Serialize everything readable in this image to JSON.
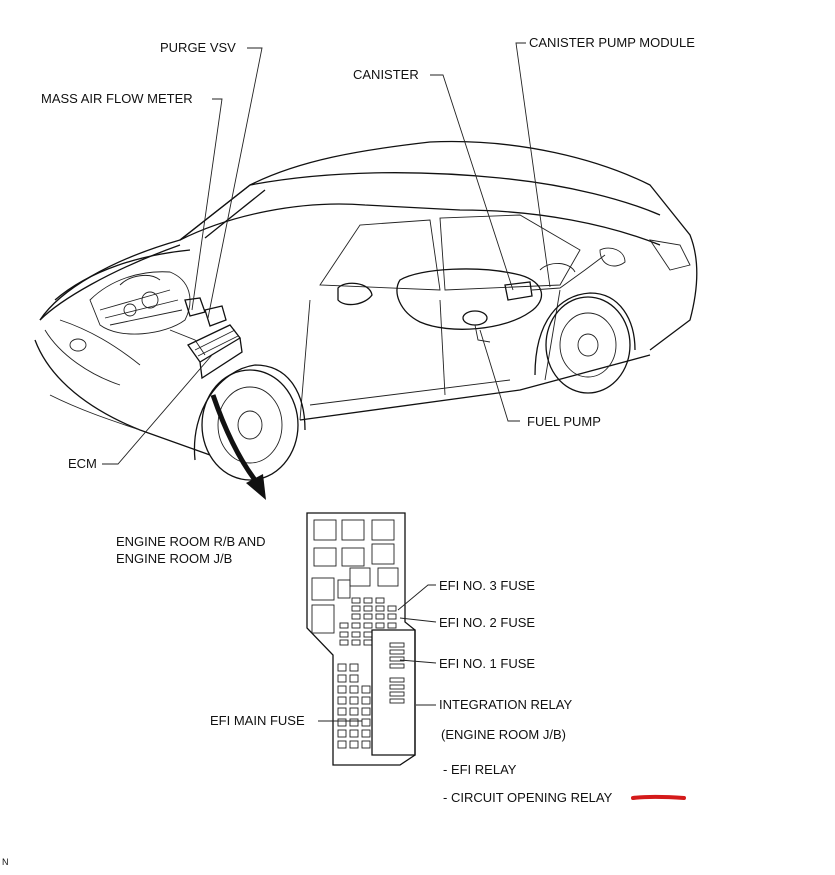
{
  "labels": {
    "purge_vsv": "PURGE VSV",
    "mass_air_flow_meter": "MASS AIR FLOW METER",
    "canister": "CANISTER",
    "canister_pump_module": "CANISTER PUMP MODULE",
    "ecm": "ECM",
    "fuel_pump": "FUEL PUMP",
    "engine_room_rb_line1": "ENGINE ROOM R/B AND",
    "engine_room_rb_line2": "ENGINE ROOM J/B",
    "efi_no3_fuse": "EFI NO. 3 FUSE",
    "efi_no2_fuse": "EFI NO. 2 FUSE",
    "efi_no1_fuse": "EFI NO. 1 FUSE",
    "integration_relay": "INTEGRATION RELAY",
    "engine_room_jb_paren": "(ENGINE ROOM J/B)",
    "efi_relay": "- EFI RELAY",
    "circuit_opening_relay": "- CIRCUIT OPENING RELAY",
    "efi_main_fuse": "EFI MAIN FUSE",
    "corner_mark": "N"
  },
  "colors": {
    "line": "#111111",
    "highlight_mark": "#d41a1a",
    "background": "#ffffff"
  }
}
